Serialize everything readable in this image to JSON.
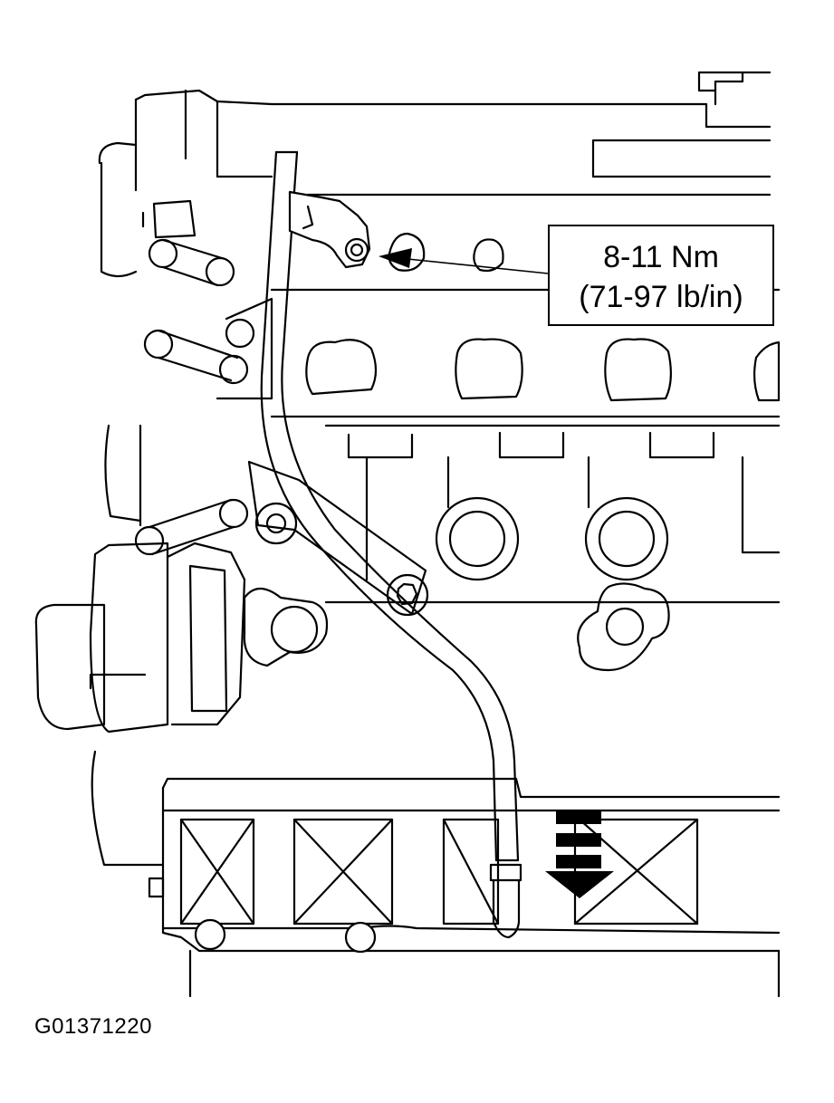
{
  "callout": {
    "torque_nm": "8-11 Nm",
    "torque_lbin": "(71-97 lb/in)"
  },
  "figure_id": "G01371220"
}
